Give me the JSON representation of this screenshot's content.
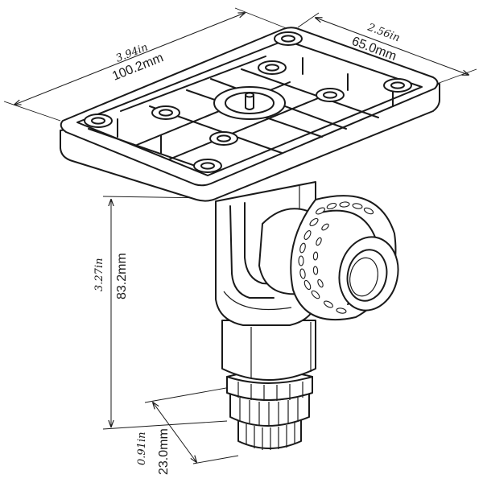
{
  "dimensions": {
    "plate_length": {
      "imperial": "3.94in",
      "metric": "100.2mm"
    },
    "plate_width": {
      "imperial": "2.56in",
      "metric": "65.0mm"
    },
    "mount_height": {
      "imperial": "3.27in",
      "metric": "83.2mm"
    },
    "base_height": {
      "imperial": "0.91in",
      "metric": "23.0mm"
    }
  }
}
